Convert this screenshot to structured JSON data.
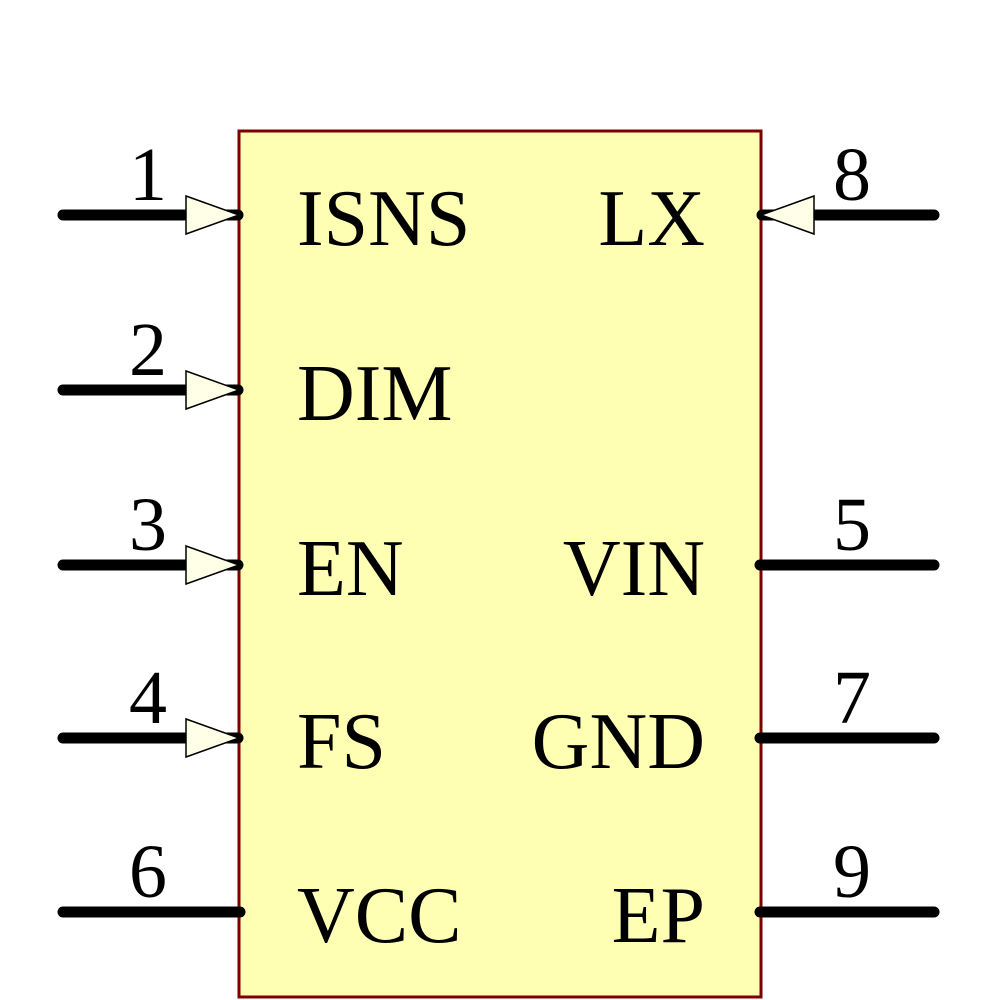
{
  "diagram": {
    "kind": "ic-schematic-symbol",
    "colors": {
      "background": "#ffffff",
      "body_fill": "#ffffb3",
      "body_border": "#7d0000",
      "arrow_fill": "#ffffe8",
      "wire": "#000000",
      "text": "#000000"
    },
    "pins": {
      "left": [
        {
          "number": "1",
          "label": "ISNS",
          "direction": "input-arrow"
        },
        {
          "number": "2",
          "label": "DIM",
          "direction": "input-arrow"
        },
        {
          "number": "3",
          "label": "EN",
          "direction": "input-arrow"
        },
        {
          "number": "4",
          "label": "FS",
          "direction": "input-arrow"
        },
        {
          "number": "6",
          "label": "VCC",
          "direction": "plain"
        }
      ],
      "right": [
        {
          "number": "8",
          "label": "LX",
          "direction": "input-arrow"
        },
        {
          "number": "5",
          "label": "VIN",
          "direction": "plain"
        },
        {
          "number": "7",
          "label": "GND",
          "direction": "plain"
        },
        {
          "number": "9",
          "label": "EP",
          "direction": "plain"
        }
      ]
    }
  }
}
